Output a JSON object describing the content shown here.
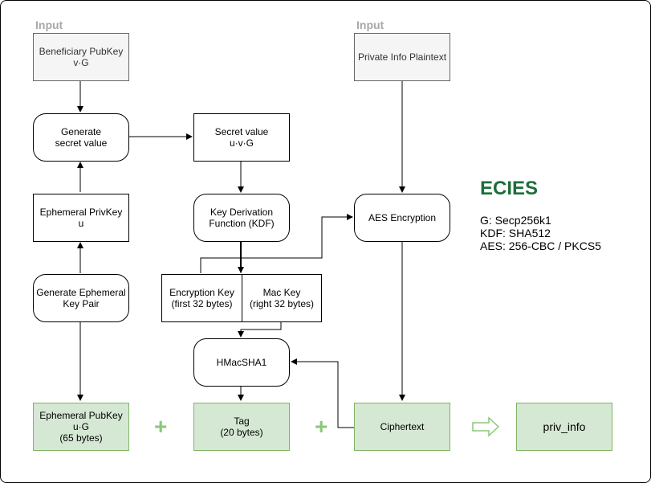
{
  "labels": {
    "input_left": "Input",
    "input_right": "Input"
  },
  "boxes": {
    "beneficiary_pubkey": "Beneficiary PubKey\nv·G",
    "generate_secret": "Generate\nsecret value",
    "secret_value": "Secret value\nu·v·G",
    "ephemeral_privkey": "Ephemeral PrivKey\nu",
    "kdf": "Key Derivation\nFunction (KDF)",
    "generate_keypair": "Generate Ephemeral\nKey Pair",
    "encryption_key": "Encryption Key\n(first 32 bytes)",
    "mac_key": "Mac Key\n(right 32 bytes)",
    "hmac": "HMacSHA1",
    "private_plaintext": "Private Info Plaintext",
    "aes_encryption": "AES Encryption",
    "ephemeral_pubkey": "Ephemeral PubKey\nu·G\n(65 bytes)",
    "tag": "Tag\n(20 bytes)",
    "ciphertext": "Ciphertext",
    "priv_info": "priv_info"
  },
  "operators": {
    "plus_1": "+",
    "plus_2": "+"
  },
  "ecies": {
    "title": "ECIES",
    "lines": [
      "G: Secp256k1",
      "KDF: SHA512",
      "AES: 256-CBC / PKCS5"
    ]
  },
  "colors": {
    "input_fill": "#f5f5f5",
    "green_fill": "#d5e8d4",
    "green_stroke": "#82b366",
    "title_green": "#1d6e3a",
    "label_gray": "#a8a8a8"
  }
}
